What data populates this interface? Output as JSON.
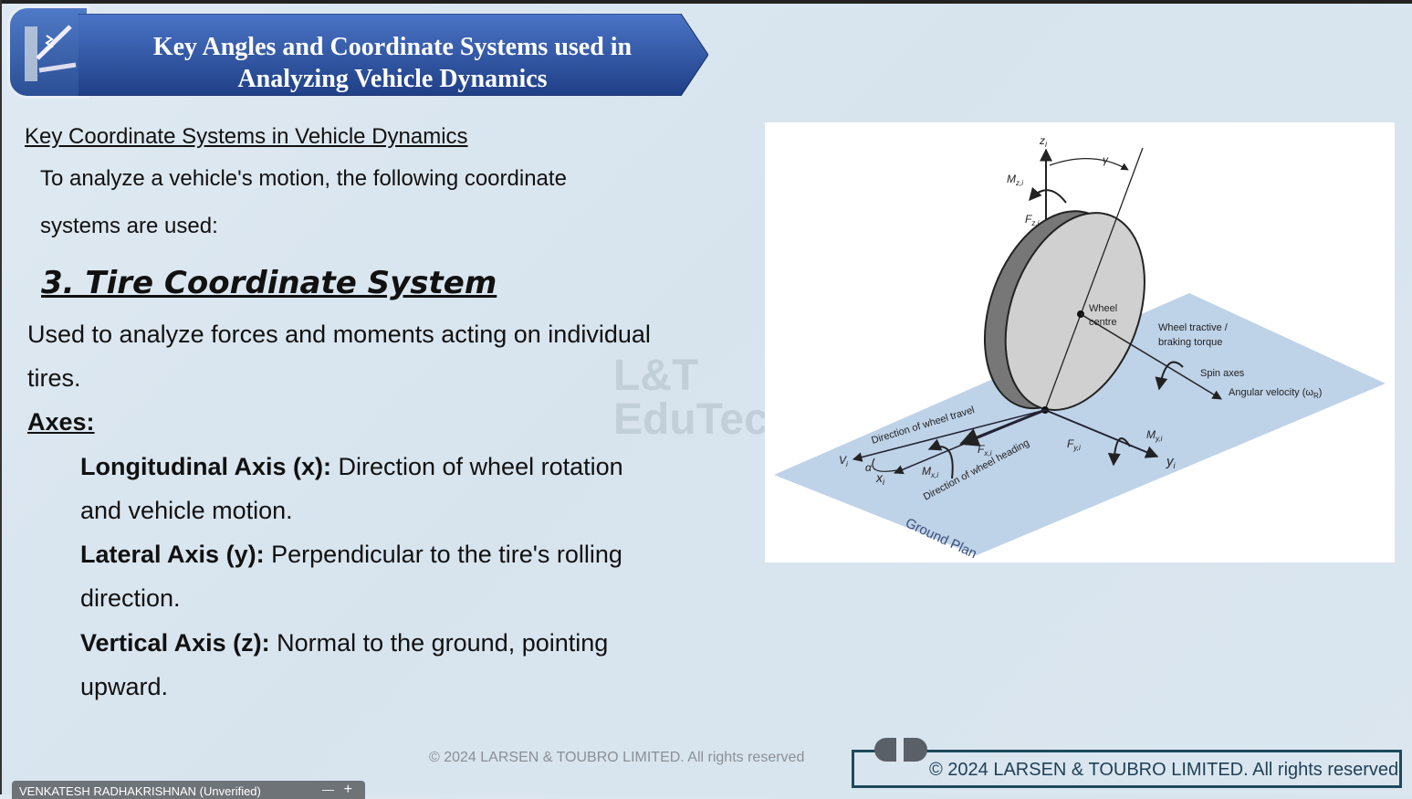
{
  "header": {
    "title_line1": "Key Angles and Coordinate Systems used in",
    "title_line2": "Analyzing Vehicle Dynamics"
  },
  "content": {
    "subtitle": "Key Coordinate Systems in Vehicle Dynamics",
    "intro_line1": "To analyze a vehicle's motion, the following coordinate",
    "intro_line2": "systems are used:",
    "section_title": "3. Tire Coordinate System",
    "desc_line1": "Used to analyze forces and moments acting on individual",
    "desc_line2": "tires.",
    "axes_heading": "Axes:",
    "axes": [
      {
        "name": "Longitudinal Axis (x):",
        "desc1": " Direction of wheel rotation",
        "desc2": "and vehicle motion."
      },
      {
        "name": "Lateral Axis (y):",
        "desc1": " Perpendicular to the tire's rolling",
        "desc2": "direction."
      },
      {
        "name": "Vertical Axis (z):",
        "desc1": " Normal to the ground, pointing",
        "desc2": "upward."
      }
    ]
  },
  "watermark": "L&T EduTech",
  "diagram": {
    "z": "z",
    "sub_i": "i",
    "gamma": "γ",
    "Mz": "M",
    "sub_zi": "z,i",
    "Fz": "F",
    "wheel_centre_1": "Wheel",
    "wheel_centre_2": "centre",
    "torque_1": "Wheel  tractive /",
    "torque_2": "braking torque",
    "spin_axes": "Spin axes",
    "angular_velocity": "Angular velocity (ω",
    "omega_sub": "R",
    "close_paren": ")",
    "travel": "Direction of wheel travel",
    "heading": "Direction of wheel heading",
    "Fx": "F",
    "sub_xi": "x,i",
    "Fy": "F",
    "sub_yi": "y,i",
    "My": "M",
    "Mx": "M",
    "V": "V",
    "alpha": "α",
    "x": "x",
    "y": "y",
    "ground": "Ground Plan"
  },
  "footer": {
    "copyright": "© 2024 LARSEN & TOUBRO LIMITED. All rights reserved"
  },
  "presenter": {
    "name": "VENKATESH RADHAKRISHNAN (Unverified)",
    "minimize": "—",
    "expand": "+"
  }
}
